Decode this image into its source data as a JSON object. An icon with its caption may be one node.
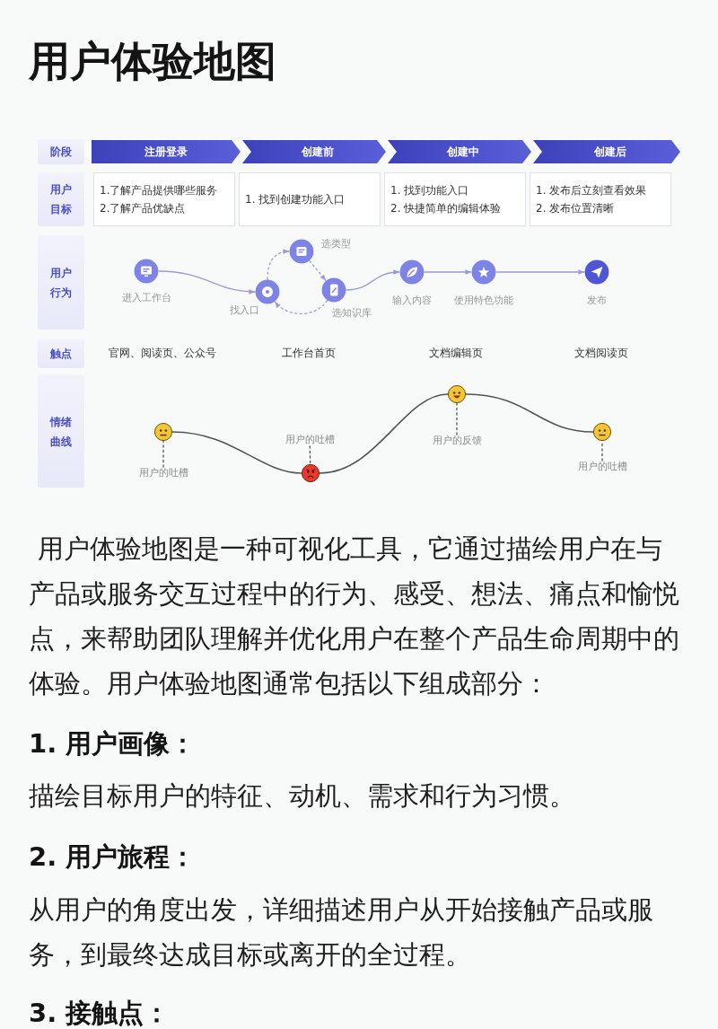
{
  "diagram": {
    "title": "用户体验地图",
    "nodes": [
      {
        "text": [
          "阶段"
        ]
      },
      {
        "text": [
          "注册登录"
        ]
      },
      {
        "text": [
          "创建前"
        ]
      },
      {
        "text": [
          "创建中"
        ]
      },
      {
        "text": [
          "创建后"
        ]
      },
      {
        "text": [
          "用户目标"
        ]
      },
      {
        "text": [
          "1.了解产品提供哪些服务",
          "2.了解产品优缺点"
        ]
      },
      {
        "text": [
          "1. 找到创建功能入口"
        ]
      },
      {
        "text": [
          "1. 找到功能入口",
          "2. 快捷简单的编辑体验"
        ]
      },
      {
        "text": [
          "1. 发布后立刻查看效果",
          "2. 发布位置清晰"
        ]
      },
      {
        "text": [
          "用户行为"
        ]
      },
      {
        "text": [],
        "shape": "circle",
        "beside": [
          "进入工作台"
        ]
      },
      {
        "text": [],
        "shape": "circle",
        "beside": [
          "找入口"
        ]
      },
      {
        "text": [],
        "shape": "circle",
        "beside": [
          "选类型"
        ]
      },
      {
        "text": [],
        "shape": "circle",
        "beside": [
          "选知识库"
        ]
      },
      {
        "text": [],
        "shape": "circle",
        "beside": [
          "输入内容"
        ]
      },
      {
        "text": [],
        "shape": "circle",
        "beside": [
          "使用特色功能"
        ]
      },
      {
        "text": [],
        "shape": "circle",
        "beside": [
          "发布"
        ]
      },
      {
        "text": [
          "触点"
        ]
      },
      {
        "text": [
          "情绪曲线"
        ]
      },
      {
        "text": [],
        "shape": "circle"
      },
      {
        "text": [
          "用户的吐槽"
        ]
      },
      {
        "text": [],
        "shape": "circle"
      },
      {
        "text": [
          "用户的吐槽"
        ]
      },
      {
        "text": [],
        "shape": "circle"
      },
      {
        "text": [
          "用户的反馈"
        ]
      },
      {
        "text": [],
        "shape": "circle"
      },
      {
        "text": [
          "用户的吐槽"
        ]
      }
    ],
    "edges": [
      {
        "from": 11,
        "to": 12,
        "arrow": "to",
        "color": "#9d9ad6"
      },
      {
        "from": 12,
        "to": 13,
        "arrow": "to",
        "style": "dashed",
        "color": "#9d9ad6"
      },
      {
        "from": 13,
        "to": 14,
        "arrow": "to",
        "style": "dashed",
        "color": "#9d9ad6"
      },
      {
        "from": 14,
        "to": 12,
        "arrow": "to",
        "style": "dashed",
        "color": "#9d9ad6"
      },
      {
        "from": 14,
        "to": 15,
        "arrow": "to",
        "color": "#9d9ad6"
      },
      {
        "from": 15,
        "to": 16,
        "arrow": "to",
        "color": "#9d9ad6"
      },
      {
        "from": 16,
        "to": 17,
        "arrow": "to",
        "color": "#9d9ad6"
      },
      {
        "from": 20,
        "to": 22,
        "arrow": "none",
        "color": "#555555"
      },
      {
        "from": 22,
        "to": 24,
        "arrow": "none",
        "color": "#555555"
      },
      {
        "from": 24,
        "to": 26,
        "arrow": "none",
        "color": "#555555"
      },
      {
        "from": 21,
        "to": 20,
        "arrow": "none",
        "style": "dashed",
        "color": "#555555"
      },
      {
        "from": 23,
        "to": 22,
        "arrow": "none",
        "style": "dashed",
        "color": "#555555"
      },
      {
        "from": 25,
        "to": 24,
        "arrow": "none",
        "style": "dashed",
        "color": "#555555"
      },
      {
        "from": 27,
        "to": 26,
        "arrow": "none",
        "style": "dashed",
        "color": "#555555"
      }
    ],
    "labels": [
      "官网、阅读页、公众号",
      "工作台首页",
      "文档编辑页",
      "文档阅读页",
      "用户体验地图是一种可视化工具，它通过描绘用户在与产品或服务交互过程中的行为、感受、想法、痛点和愉悦点，来帮助团队理解并优化用户在整个产品生命周期中的体验。用户体验地图通常包括以下组成部分：",
      "1. 用户画像：",
      "描绘目标用户的特征、动机、需求和行为习惯。",
      "2. 用户旅程：",
      "从用户的角度出发，详细描述用户从开始接触产品或服务，到最终达成目标或离开的全过程。",
      "3. 接触点："
    ]
  }
}
